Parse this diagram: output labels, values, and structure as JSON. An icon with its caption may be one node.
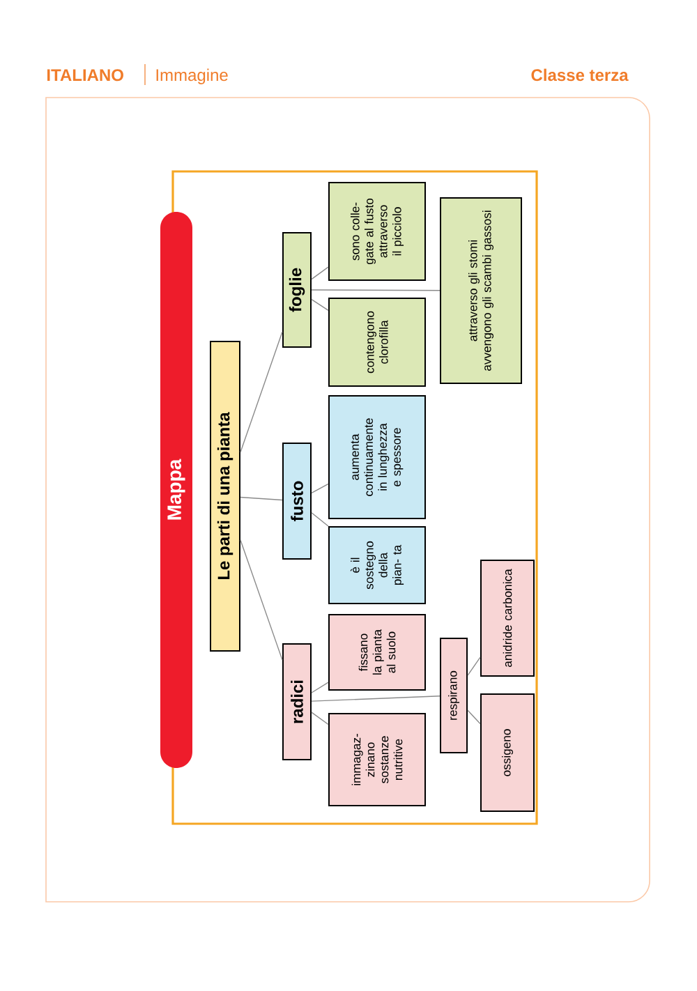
{
  "diagram": {
    "nodes": [
      {
        "text": [
          "Mappa"
        ]
      },
      {
        "text": [
          "Le parti di una pianta"
        ]
      },
      {
        "text": [
          "foglie"
        ]
      },
      {
        "text": [
          "fusto"
        ]
      },
      {
        "text": [
          "radici"
        ]
      },
      {
        "text": [
          "sono colle- gate al fusto attraverso il picciolo"
        ]
      },
      {
        "text": [
          "contengono clorofilla"
        ]
      },
      {
        "text": [
          "attraverso gli stomi avvengono gli scambi gassosi"
        ]
      },
      {
        "text": [
          "aumenta continuamente in lunghezza e spessore"
        ]
      },
      {
        "text": [
          "è il sostegno della pian- ta"
        ]
      },
      {
        "text": [
          "fissano la pianta al suolo"
        ]
      },
      {
        "text": [
          "immagaz- zinano sostanze nutritive"
        ]
      },
      {
        "text": [
          "respirano"
        ]
      },
      {
        "text": [
          "anidride carbonica"
        ]
      },
      {
        "text": [
          "ossigeno"
        ]
      }
    ],
    "edges": [
      {
        "from": 1,
        "to": 2,
        "arrow": "none"
      },
      {
        "from": 1,
        "to": 3,
        "arrow": "none"
      },
      {
        "from": 1,
        "to": 4,
        "arrow": "none"
      },
      {
        "from": 2,
        "to": 5,
        "arrow": "none"
      },
      {
        "from": 2,
        "to": 6,
        "arrow": "none"
      },
      {
        "from": 2,
        "to": 7,
        "arrow": "none"
      },
      {
        "from": 3,
        "to": 8,
        "arrow": "none"
      },
      {
        "from": 3,
        "to": 9,
        "arrow": "none"
      },
      {
        "from": 4,
        "to": 10,
        "arrow": "none"
      },
      {
        "from": 4,
        "to": 11,
        "arrow": "none"
      },
      {
        "from": 4,
        "to": 12,
        "arrow": "none"
      },
      {
        "from": 12,
        "to": 13,
        "arrow": "none"
      },
      {
        "from": 12,
        "to": 14,
        "arrow": "none"
      }
    ],
    "labels": [
      "ITALIANO",
      "Immagine",
      "Classe terza"
    ]
  }
}
